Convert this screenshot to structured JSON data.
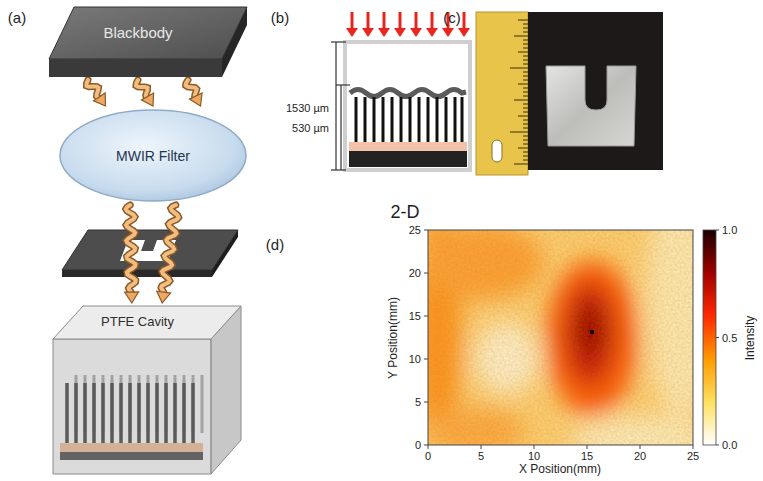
{
  "diagram": {
    "nodes": [
      {
        "text": [
          "Blackbody"
        ]
      },
      {
        "text": [
          "MWIR Filter"
        ]
      },
      {
        "text": [
          "PTFE Cavity"
        ]
      }
    ],
    "edges": [
      {
        "from": 0,
        "to": 1,
        "arrow": "to"
      },
      {
        "from": 1,
        "to": 2,
        "arrow": "to"
      }
    ],
    "labels": [
      "(a)",
      "(b)",
      "1530 µm",
      "530 µm",
      "(c)",
      "2-D",
      "(d)",
      "Y Position(mm)",
      "25",
      "20",
      "15",
      "10",
      "5",
      "0",
      "0",
      "5",
      "10",
      "15",
      "20",
      "25",
      "X Position(mm)",
      "Intensity",
      "1.0",
      "0.5",
      "0.0"
    ]
  }
}
